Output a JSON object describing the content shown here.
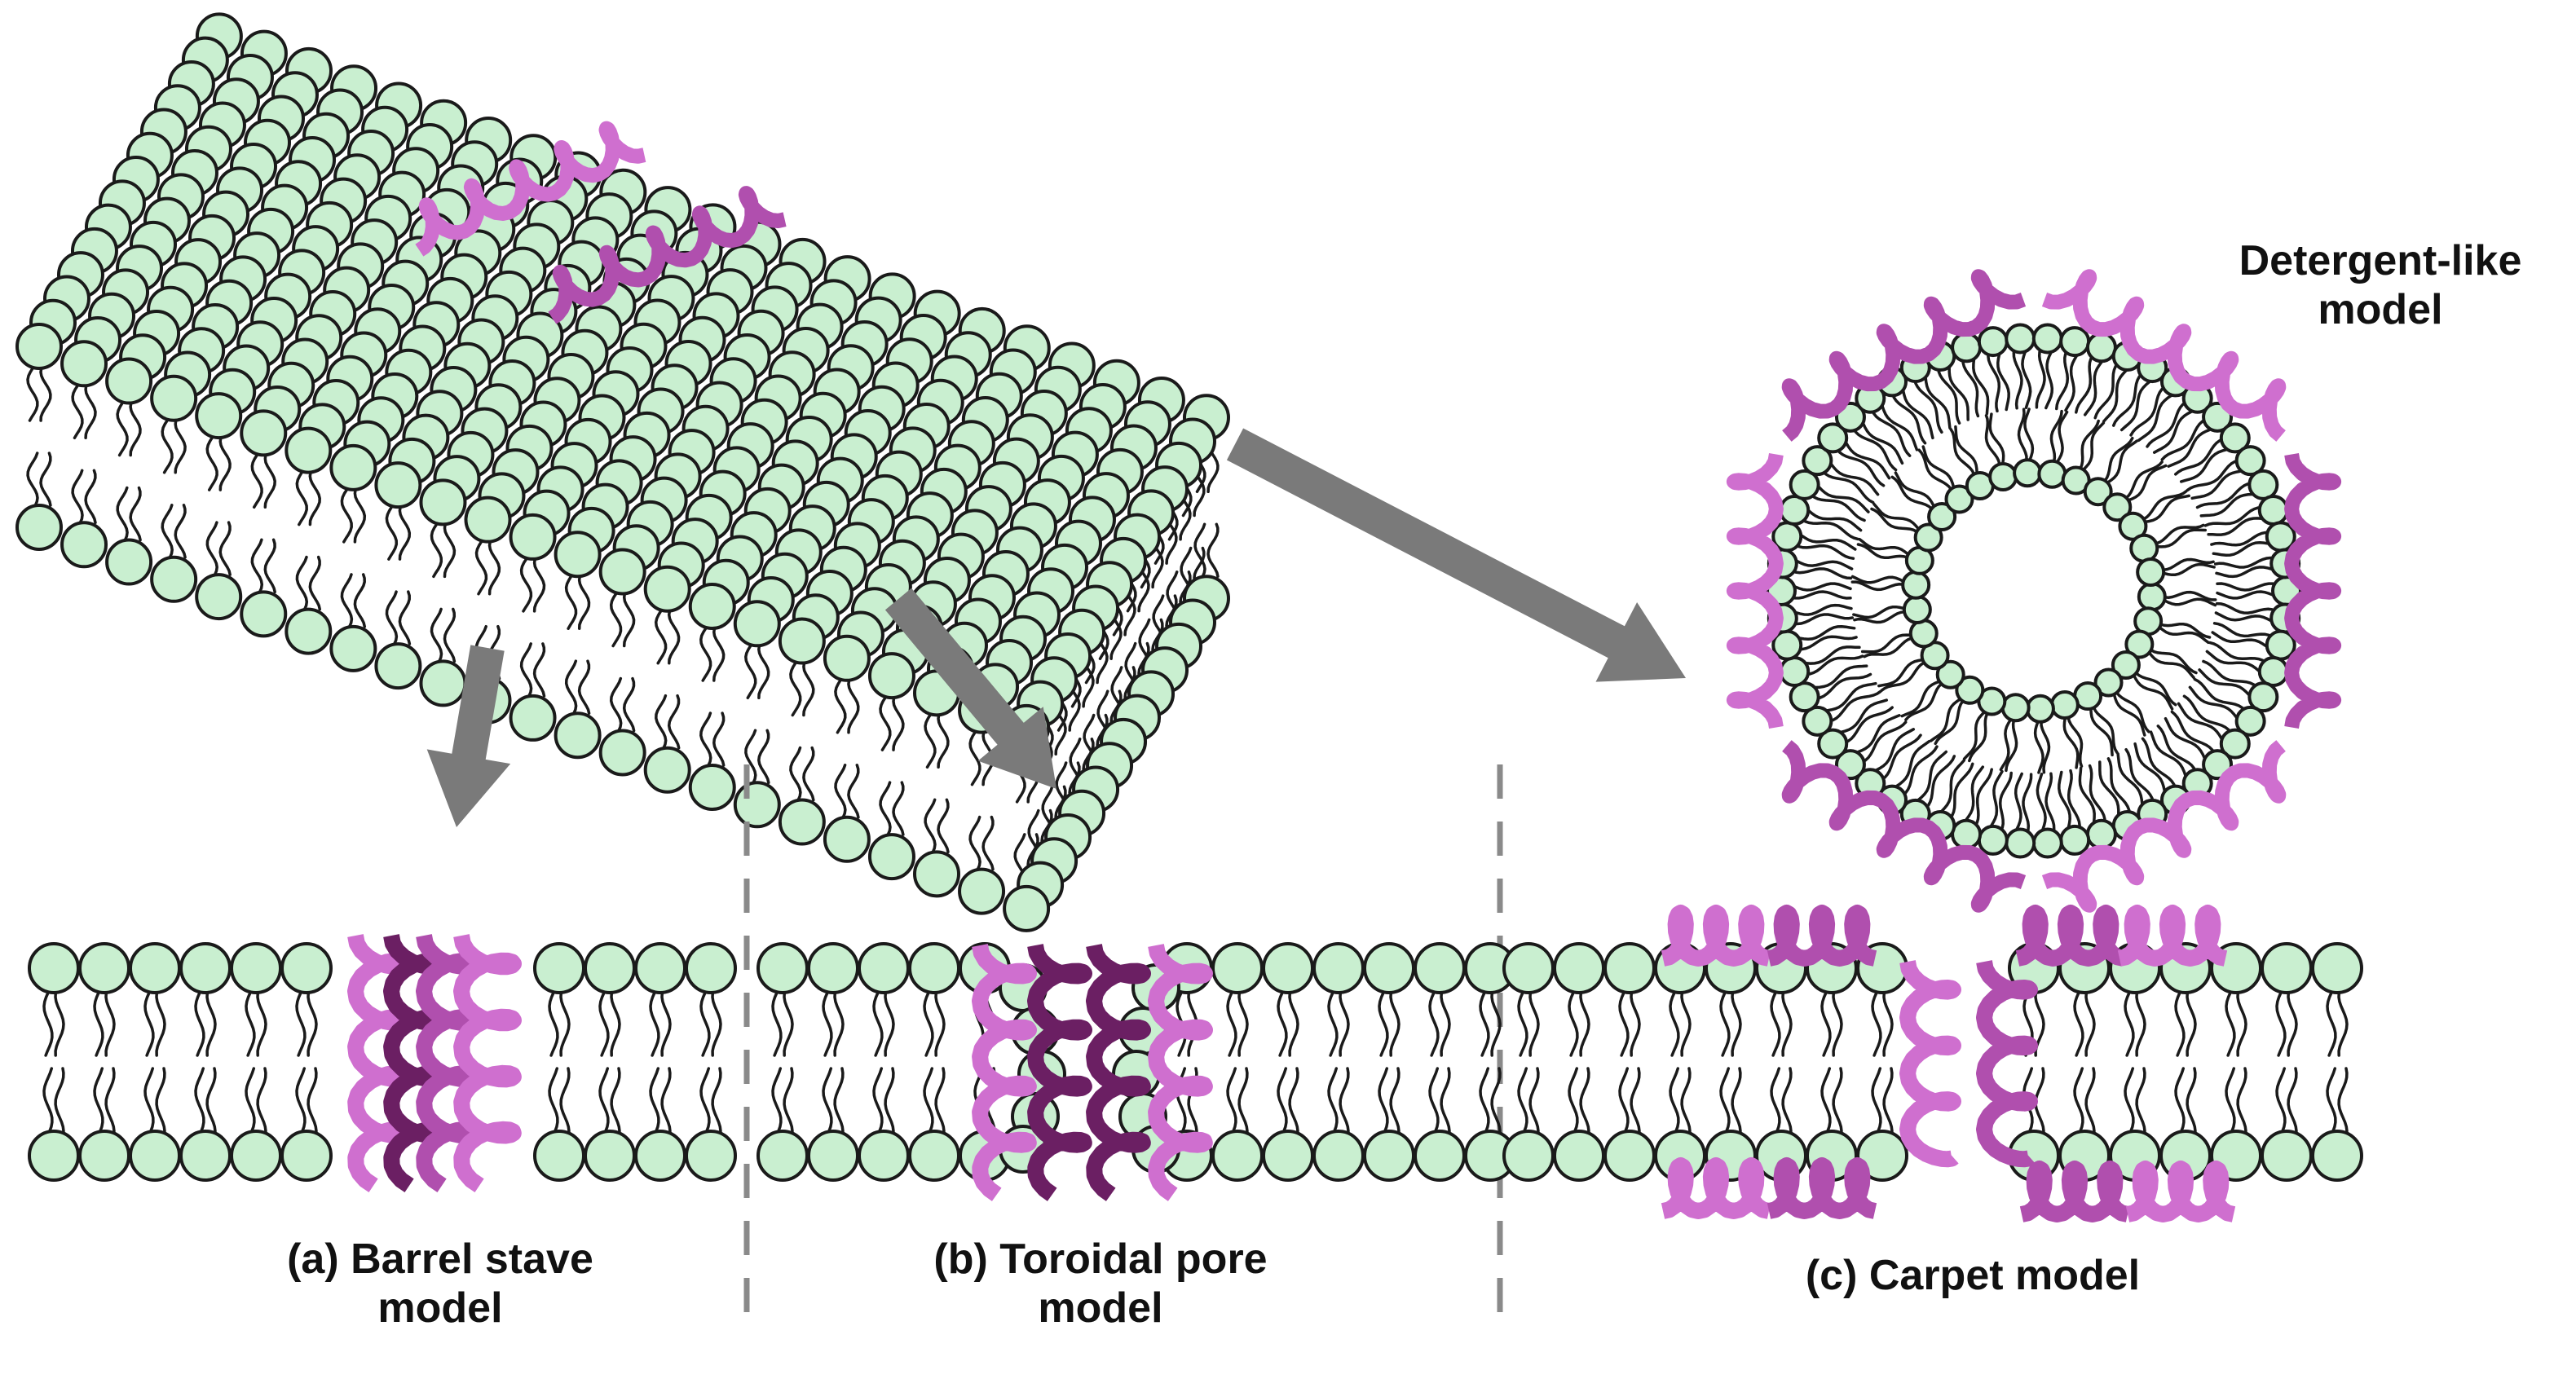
{
  "labels": {
    "barrel": {
      "line1": "(a) Barrel stave",
      "line2": "model"
    },
    "toroidal": {
      "line1": "(b) Toroidal pore",
      "line2": "model"
    },
    "carpet": {
      "line1": "(c) Carpet model"
    },
    "detergent": {
      "line1": "Detergent-like",
      "line2": "model"
    }
  },
  "colors": {
    "lipid_head_fill": "#c9efd0",
    "lipid_outline": "#1a1a1a",
    "peptide_light": "#cf6fcf",
    "peptide_mid": "#b04fae",
    "peptide_dark": "#6b1f63",
    "arrow": "#7a7a7a",
    "divider": "#8a8a8a"
  }
}
